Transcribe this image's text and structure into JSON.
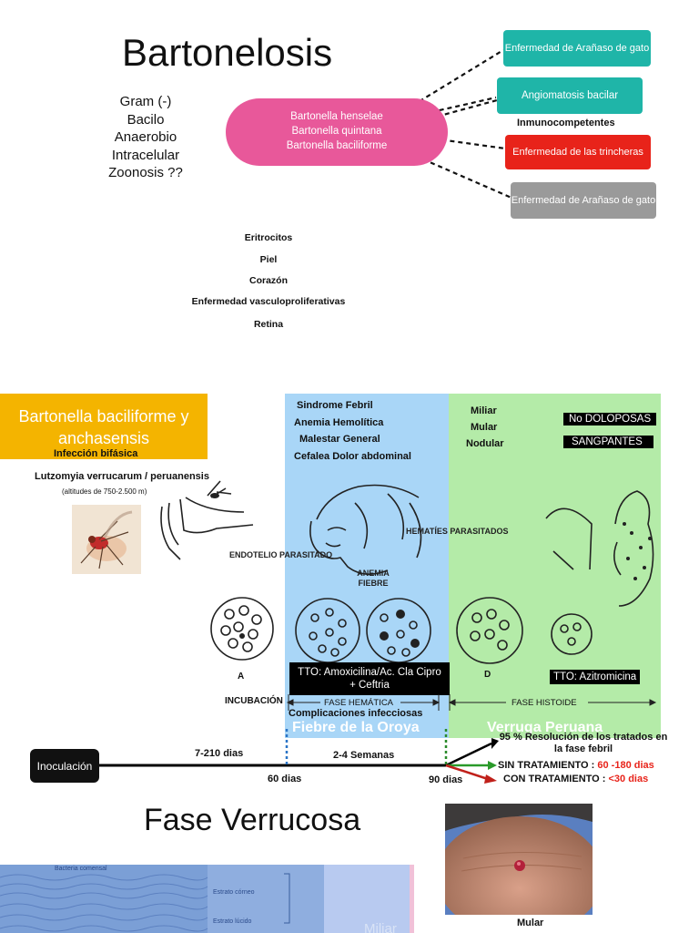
{
  "top": {
    "title": "Bartonelosis",
    "properties": [
      "Gram (-)",
      "Bacilo",
      "Anaerobio",
      "Intracelular",
      "Zoonosis ??"
    ],
    "species": [
      "Bartonella henselae",
      "Bartonella quintana",
      "Bartonella baciliforme"
    ],
    "diseases": {
      "henselae": "Enfermedad de Arañaso de gato",
      "angiomatosis": "Angiomatosis bacilar",
      "inmuno": "Inmunocompetentes",
      "trincheras": "Enfermedad de las trincheras",
      "arañaso2": "Enfermedad de Arañaso de gato"
    },
    "organs": [
      "Eritrocitos",
      "Piel",
      "Corazón",
      "Enfermedad vasculoproliferativas",
      "Retina"
    ]
  },
  "colors": {
    "pink": "#e8589a",
    "teal": "#1fb5a8",
    "red": "#e8231a",
    "gray": "#9a9a9a",
    "orange": "#f4b400",
    "blue_band": "#a9d6f7",
    "green_band": "#b4eba8"
  },
  "middle": {
    "species_title": "Bartonella baciliforme y anchasensis",
    "infeccion": "Infección bifásica",
    "vector": "Lutzomyia verrucarum / peruanensis",
    "altitud": "(altitudes de 750-2.500 m)",
    "sindromes": [
      "Sindrome Febril",
      "Anemia Hemolítica",
      "Malestar General",
      "Cefalea   Dolor abdominal"
    ],
    "lesiones": [
      "Miliar",
      "Mular",
      "Nodular"
    ],
    "tags": [
      "No DOLOPOSAS",
      "SANGPANTES"
    ],
    "sketch_labels": {
      "endotelio": "ENDOTELIO PARASITADO",
      "hematies": "HEMATÍES PARASITADOS",
      "anemia": "ANEMIA FIEBRE",
      "a": "A",
      "d": "D"
    },
    "tto1": "TTO: Amoxicilina/Ac. Cla Cipro + Ceftria",
    "tto2": "TTO: Azitromicina",
    "incubacion": "INCUBACIÓN",
    "fase_hematica": "FASE HEMÁTICA",
    "fase_histoide": "FASE HISTOIDE",
    "complicaciones": "Complicaciones infecciosas",
    "fiebre": "Fiebre de la Oroya",
    "verruga": "Verruga Peruana"
  },
  "timeline": {
    "inoculacion": "Inoculación",
    "dias1": "7-210 dias",
    "dias60": "60 dias",
    "semanas": "2-4 Semanas",
    "dias90": "90 dias",
    "resolucion": "95 % Resolución de los tratados en la fase febril",
    "sin_label": "SIN TRATAMIENTO :",
    "sin_value": "60 -180 dias",
    "con_label": "CON TRATAMIENTO :",
    "con_value": "<30 dias"
  },
  "bottom": {
    "title": "Fase Verrucosa",
    "layer_labels": [
      "Bacteria comensal",
      "Estrato córneo",
      "Estrato lúcido"
    ],
    "miliar": "Miliar",
    "mular": "Mular"
  }
}
